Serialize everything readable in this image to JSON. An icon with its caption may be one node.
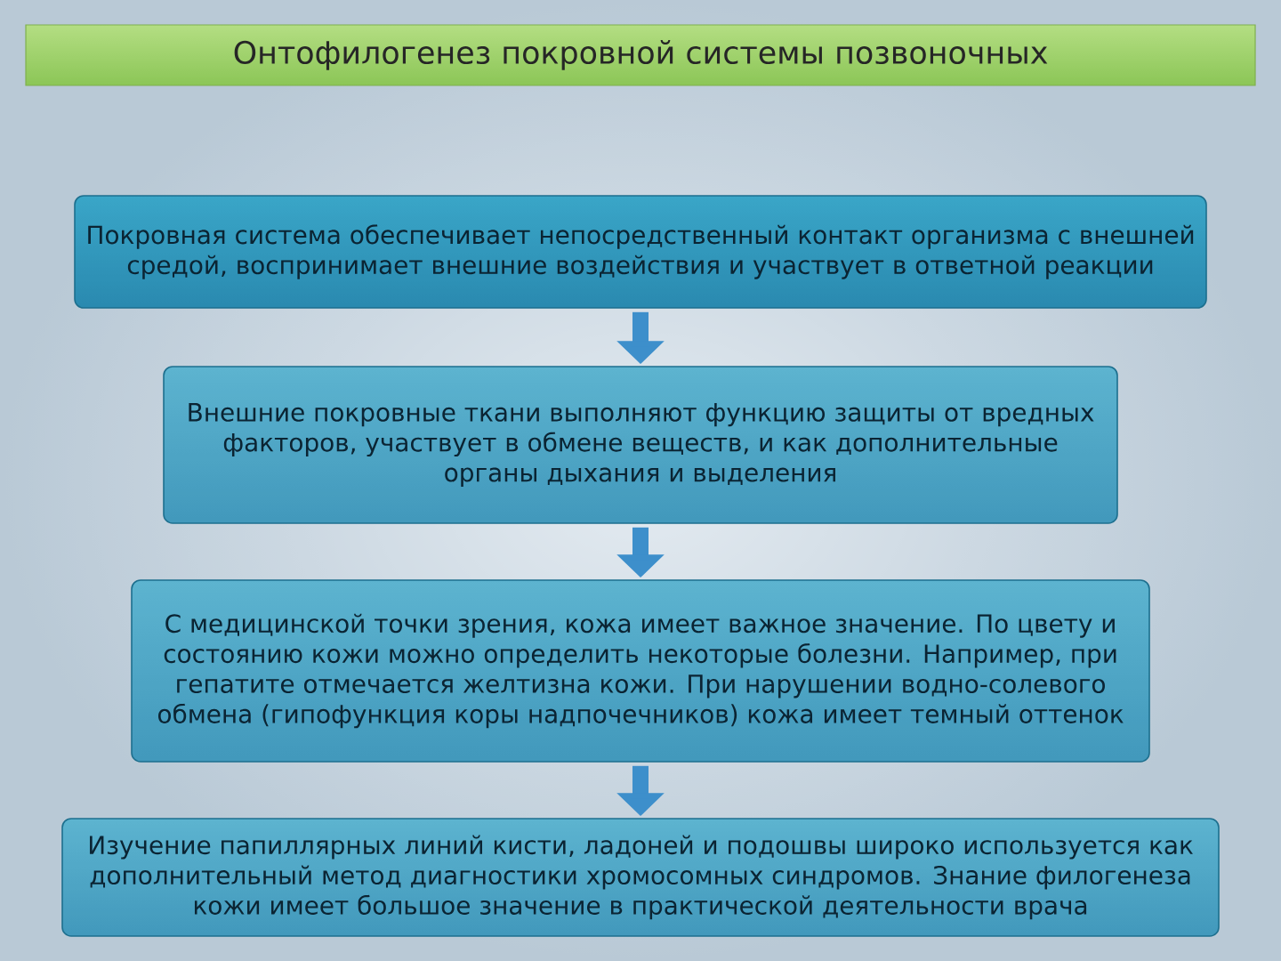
{
  "diagram": {
    "title": "Онтофилогенез покровной системы позвоночных",
    "nodes": [
      {
        "text": [
          "Покровная система обеспечивает непосредственный контакт организма с внешней средой, воспринимает внешние воздействия и участвует в ответной реакции"
        ]
      },
      {
        "text": [
          "Внешние покровные ткани выполняют функцию защиты от вредных факторов, участвует в обмене веществ, и как дополнительные органы дыхания и выделения"
        ]
      },
      {
        "text": [
          "С медицинской точки зрения, кожа имеет важное значение. По цвету и состоянию кожи можно определить некоторые болезни. Например, при гепатите отмечается желтизна кожи. При нарушении водно-солевого обмена (гипофункция коры надпочечников) кожа имеет темный оттенок"
        ]
      },
      {
        "text": [
          "Изучение папиллярных линий кисти, ладоней и подошвы широко используется как дополнительный метод диагностики хромосомных синдромов. Знание филогенеза кожи имеет большое значение в практической деятельности врача"
        ]
      }
    ],
    "edges": [
      {
        "from": 0,
        "to": 1,
        "arrow": "to"
      },
      {
        "from": 1,
        "to": 2,
        "arrow": "to"
      },
      {
        "from": 2,
        "to": 3,
        "arrow": "to"
      }
    ]
  }
}
